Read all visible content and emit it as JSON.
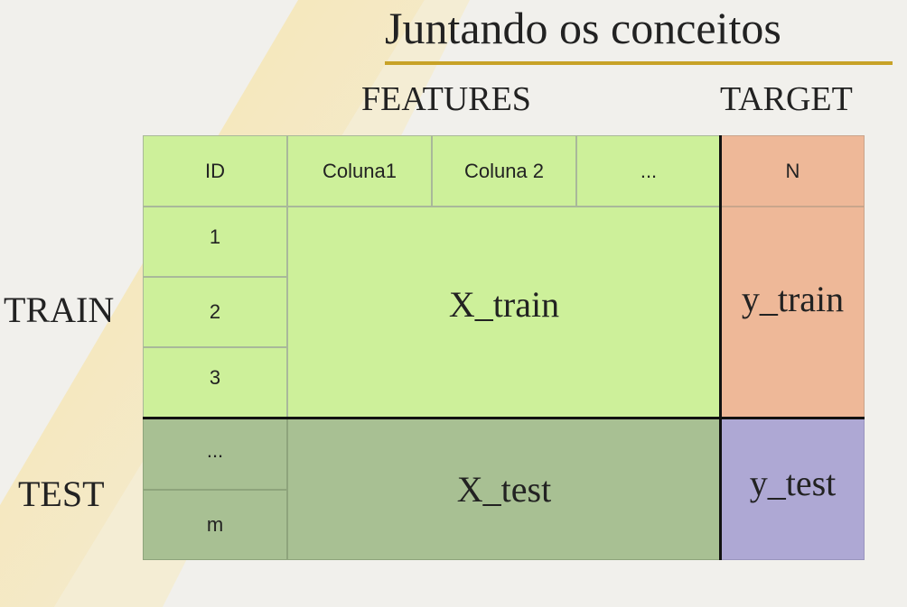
{
  "title": "Juntando os conceitos",
  "colors": {
    "features_train": "#cdf09a",
    "features_test": "#a8c093",
    "target_train": "#eeb898",
    "target_test": "#aea8d4",
    "accent": "#c8a227"
  },
  "headers": {
    "features": "FEATURES",
    "target": "TARGET"
  },
  "rows": {
    "train": "TRAIN",
    "test": "TEST"
  },
  "columns": {
    "id": "ID",
    "col1": "Coluna1",
    "col2": "Coluna 2",
    "more": "...",
    "n": "N"
  },
  "ids": [
    "1",
    "2",
    "3",
    "...",
    "m"
  ],
  "blocks": {
    "x_train": "X_train",
    "y_train": "y_train",
    "x_test": "X_test",
    "y_test": "y_test"
  }
}
